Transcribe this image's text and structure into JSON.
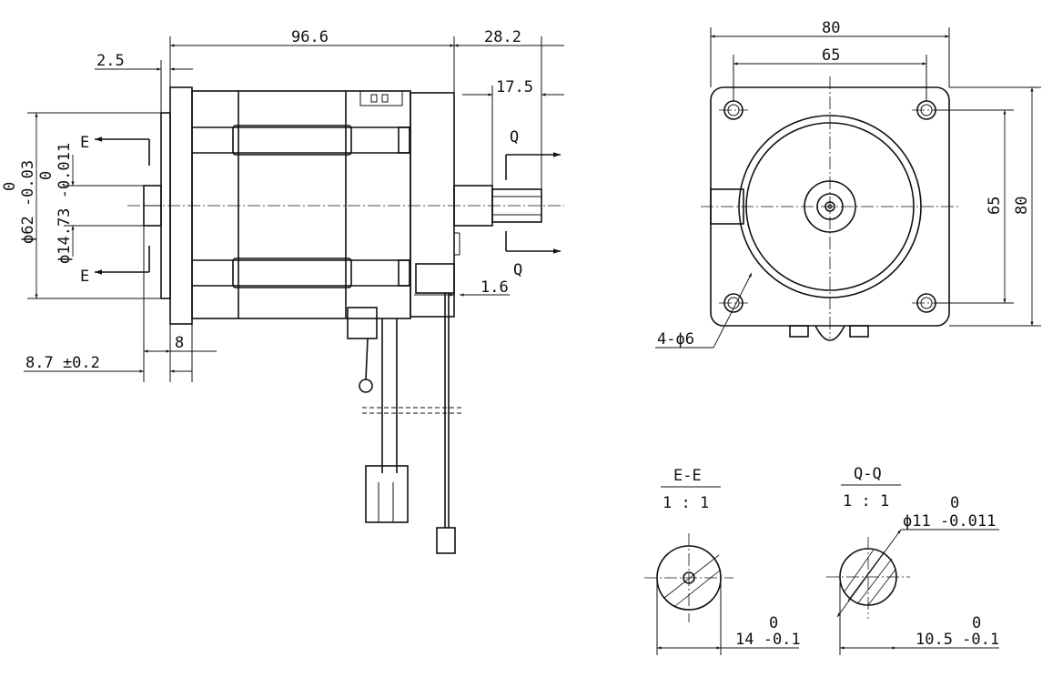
{
  "side_view": {
    "dims": {
      "body_length": "96.6",
      "shaft_length": "28.2",
      "flange_thickness": "2.5",
      "key_length": "17.5",
      "shaft_gap": "1.6",
      "pilot_length": "8",
      "pilot_total": "8.7 ±0.2",
      "pilot_diameter": "ϕ62 -0.03",
      "pilot_diameter_upper": "0",
      "shaft_rear_diameter": "ϕ14.73 -0.011",
      "shaft_rear_diameter_upper": "0"
    },
    "section_marks": {
      "e": "E",
      "q": "Q"
    }
  },
  "front_view": {
    "dims": {
      "width_outer": "80",
      "width_bolt": "65",
      "height_bolt": "65",
      "height_outer": "80",
      "holes": "4-ϕ6"
    }
  },
  "sections": {
    "ee": {
      "title": "E-E",
      "scale": "1 : 1",
      "dim": "14 -0.1",
      "dim_upper": "0"
    },
    "qq": {
      "title": "Q-Q",
      "scale": "1 : 1",
      "dim_diameter": "ϕ11 -0.011",
      "dim_diameter_upper": "0",
      "dim": "10.5 -0.1",
      "dim_upper": "0"
    }
  }
}
